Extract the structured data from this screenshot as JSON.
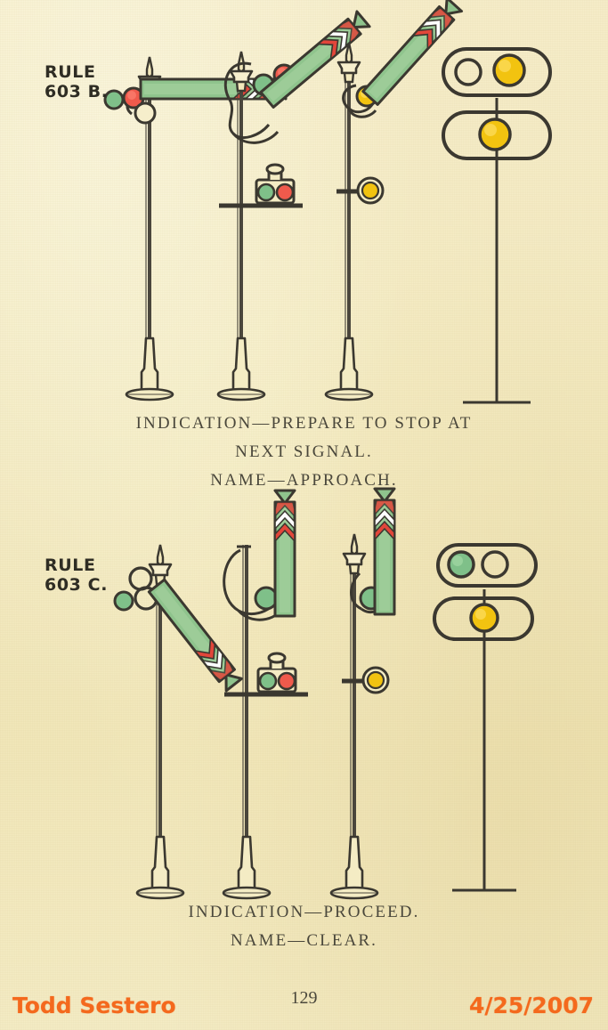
{
  "page": {
    "background_color": "#f6edc6",
    "page_number": "129",
    "ink_color": "#3b3830"
  },
  "footer": {
    "author": "Todd Sestero",
    "date": "4/25/2007",
    "accent_color": "#f4691d"
  },
  "sections": [
    {
      "id": "rule-603-b",
      "rule_label": "RULE\n603 B.",
      "indication_line1": "INDICATION—PREPARE TO STOP AT",
      "indication_line2": "NEXT SIGNAL.",
      "name_line": "NAME—APPROACH.",
      "signals": [
        {
          "type": "semaphore",
          "arm_angle_deg": 0,
          "arm_position": "horizontal",
          "spectacle_lenses": [
            "red",
            "clear"
          ],
          "side_disc": "green"
        },
        {
          "type": "semaphore",
          "arm_angle_deg": -40,
          "arm_position": "diagonal-up",
          "spectacle_lenses": [
            "green",
            "red"
          ],
          "lamp": [
            "green",
            "red"
          ]
        },
        {
          "type": "semaphore",
          "arm_angle_deg": -48,
          "arm_position": "diagonal-up",
          "spectacle_lenses": [
            "yellow"
          ],
          "lamp": [
            "yellow"
          ]
        },
        {
          "type": "color-light",
          "upper_head": [
            "white-unlit",
            "yellow-lit"
          ],
          "lower_head": [
            "yellow-lit"
          ]
        }
      ]
    },
    {
      "id": "rule-603-c",
      "rule_label": "RULE\n603 C.",
      "indication_line1": "INDICATION—PROCEED.",
      "indication_line2": "",
      "name_line": "NAME—CLEAR.",
      "signals": [
        {
          "type": "semaphore",
          "arm_angle_deg": 52,
          "arm_position": "diagonal-down",
          "spectacle_lenses": [
            "clear",
            "clear"
          ],
          "side_disc": "green"
        },
        {
          "type": "semaphore",
          "arm_angle_deg": -90,
          "arm_position": "vertical",
          "spectacle_lenses": [
            "green"
          ],
          "lamp": [
            "green",
            "red"
          ]
        },
        {
          "type": "semaphore",
          "arm_angle_deg": -90,
          "arm_position": "vertical",
          "spectacle_lenses": [
            "green"
          ],
          "lamp": [
            "yellow"
          ]
        },
        {
          "type": "color-light",
          "upper_head": [
            "green-lit",
            "white-unlit"
          ],
          "lower_head": [
            "yellow-lit"
          ]
        }
      ]
    }
  ],
  "palette": {
    "arm_green": "#8cc08a",
    "arm_green_dark": "#5e9a63",
    "stripe_red": "#e2463a",
    "lamp_red": "#ef5a4c",
    "lamp_green": "#7fc089",
    "lamp_yellow": "#f2c310",
    "outline": "#3b3830",
    "pole": "#4a463c"
  }
}
